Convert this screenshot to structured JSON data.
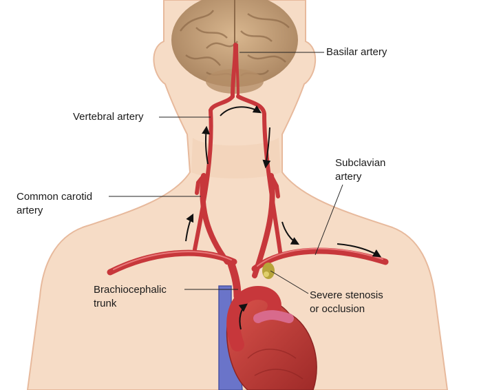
{
  "labels": {
    "basilar": "Basilar artery",
    "vertebral": "Vertebral artery",
    "subclavian": [
      "Subclavian",
      "artery"
    ],
    "common_carotid": [
      "Common carotid",
      "artery"
    ],
    "brachiocephalic": [
      "Brachiocephalic",
      "trunk"
    ],
    "stenosis": [
      "Severe stenosis",
      "or occlusion"
    ]
  },
  "colors": {
    "skin": "#f6dcc6",
    "skin_outline": "#e7b99c",
    "brain": "#c7a27a",
    "artery": "#c7373b",
    "artery_highlight": "#e8797a",
    "vein": "#6a74c9",
    "heart": "#c63a36",
    "plaque": "#b7a43a",
    "arrow": "#111111",
    "leader": "#222222"
  },
  "icons": {
    "flow_arrow": "flow-arrow-icon"
  }
}
